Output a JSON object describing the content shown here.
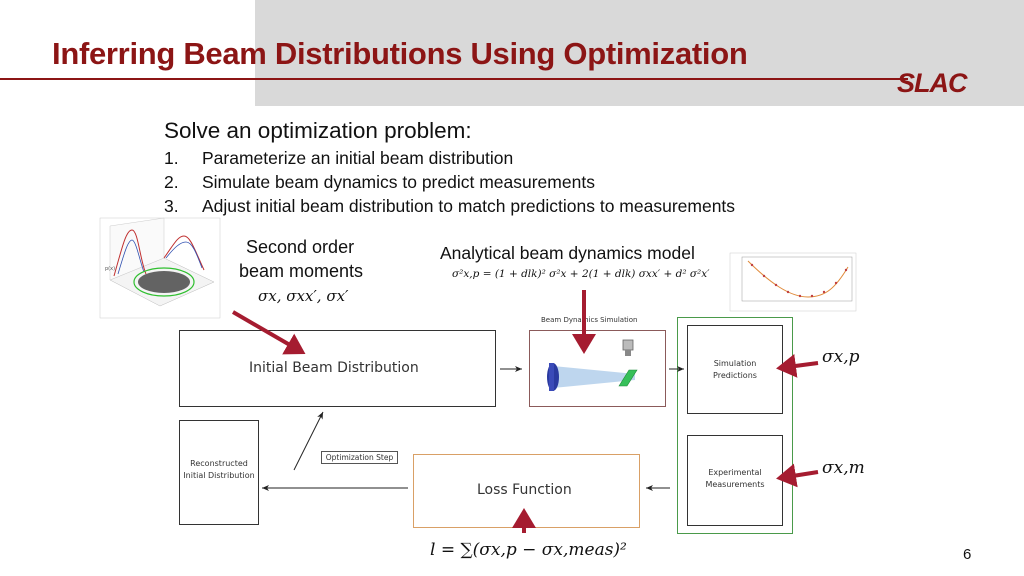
{
  "header": {
    "title": "Inferring Beam Distributions Using Optimization",
    "logo_text": "SLAC",
    "colors": {
      "title": "#8c1515",
      "band": "#d9d9d9"
    }
  },
  "intro": {
    "heading": "Solve an optimization problem:",
    "steps": [
      {
        "num": "1.",
        "text": "Parameterize an initial beam distribution"
      },
      {
        "num": "2.",
        "text": "Simulate beam dynamics to predict measurements"
      },
      {
        "num": "3.",
        "text": "Adjust initial beam distribution to match predictions to measurements"
      }
    ]
  },
  "callouts": {
    "moments_line1": "Second order",
    "moments_line2": "beam moments",
    "moments_formula": "σx, σxx′, σx′",
    "model_title": "Analytical beam dynamics model",
    "model_formula": "σ²x,p = (1 + dlk)² σ²x + 2(1 + dlk) σxx′ + d² σ²x′",
    "sigma_p": "σx,p",
    "sigma_m": "σx,m",
    "loss_formula": "l = ∑(σx,p − σx,meas)²"
  },
  "diagram": {
    "initial_beam": "Initial Beam Distribution",
    "sim_header": "Beam Dynamics Simulation",
    "sim_pred_1": "Simulation",
    "sim_pred_2": "Predictions",
    "exp_meas_1": "Experimental",
    "exp_meas_2": "Measurements",
    "reconstructed_1": "Reconstructed",
    "reconstructed_2": "Initial Distribution",
    "opt_step": "Optimization Step",
    "loss_function": "Loss Function",
    "colors": {
      "arrow": "#a51c30",
      "sim_border": "#8b5a5a",
      "green": "#4a9a4a",
      "orange": "#d9a066"
    }
  },
  "footer": {
    "page_number": "6"
  }
}
